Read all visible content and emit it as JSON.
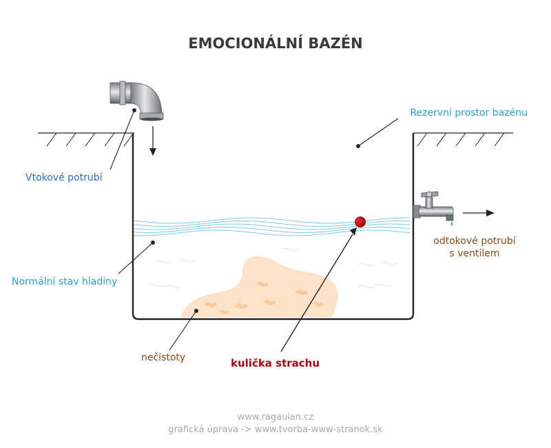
{
  "diagram": {
    "title": "EMOCIONÁLNÍ BAZÉN",
    "labels": {
      "reserve_space": "Rezervní prostor bazénu",
      "inflow_pipe": "Vtokové potrubí",
      "normal_level": "Normální stav hladiny",
      "outflow_line1": "odtokové potrubí",
      "outflow_line2": "s ventilem",
      "impurities": "nečistoty",
      "fear_ball": "kulička strachu"
    },
    "colors": {
      "blue_label": "#2a9fd8",
      "brown_label": "#8a4a1a",
      "fear_label": "#b00010",
      "fear_ball": "#c00000",
      "water_lines": "#7fc8e8",
      "sediment": "#fce2c6"
    }
  },
  "footer": {
    "line1": "www.ragauian.cz",
    "line2": "grafická úprava -> www.tvorba-www-stranok.sk"
  }
}
